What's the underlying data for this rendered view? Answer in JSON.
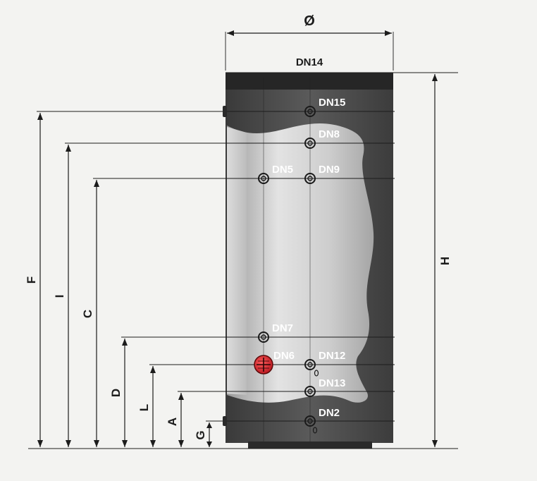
{
  "diameter_label": "Ø",
  "dimensions": {
    "F": "F",
    "I": "I",
    "C": "C",
    "D": "D",
    "L": "L",
    "A": "A",
    "G": "G",
    "H": "H"
  },
  "ports": {
    "DN14": "DN14",
    "DN15": "DN15",
    "DN8": "DN8",
    "DN5": "DN5",
    "DN9": "DN9",
    "DN7": "DN7",
    "DN6": "DN6",
    "DN12": "DN12",
    "DN13": "DN13",
    "DN2": "DN2"
  },
  "colors": {
    "background": "#f3f3f1",
    "jacket": "#4a4a4a",
    "cap": "#262626",
    "cutaway_inner": "#c9c9c9",
    "heater_red": "#d0202a",
    "line": "#1c1c1c"
  }
}
